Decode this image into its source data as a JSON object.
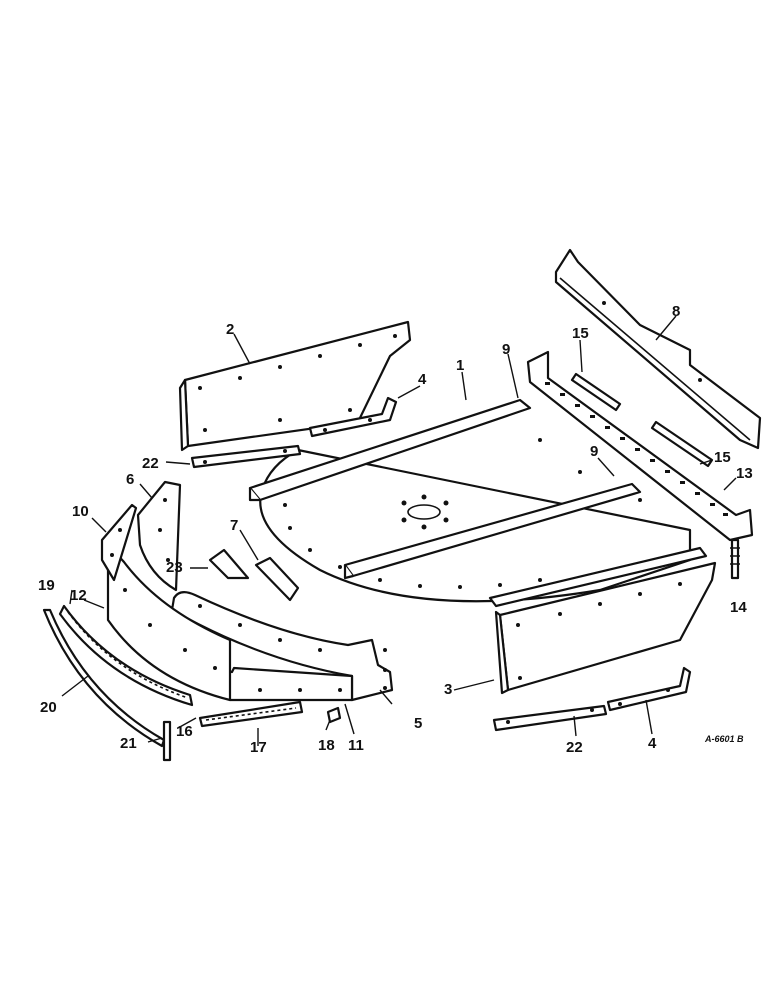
{
  "callouts": {
    "c1": "1",
    "c2": "2",
    "c3": "3",
    "c4a": "4",
    "c4b": "4",
    "c5": "5",
    "c6": "6",
    "c7": "7",
    "c8": "8",
    "c9a": "9",
    "c9b": "9",
    "c10": "10",
    "c11": "11",
    "c12": "12",
    "c13": "13",
    "c14": "14",
    "c15a": "15",
    "c15b": "15",
    "c16": "16",
    "c17": "17",
    "c18": "18",
    "c19": "19",
    "c20": "20",
    "c21": "21",
    "c22a": "22",
    "c22b": "22",
    "c23": "23"
  },
  "drawing_code": "A-6601 B"
}
